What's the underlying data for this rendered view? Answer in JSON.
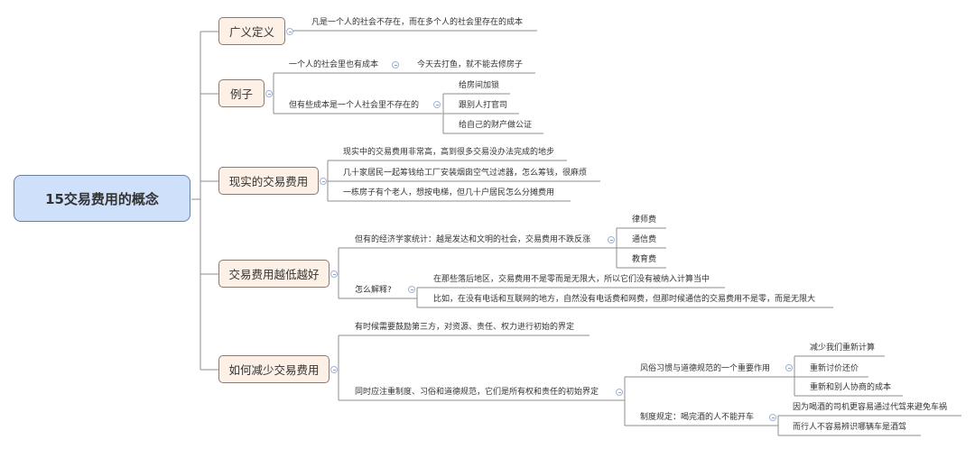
{
  "root": "15交易费用的概念",
  "branches": {
    "definition": {
      "label": "广义定义",
      "text": "凡是一个人的社会不存在，而在多个人的社会里存在的成本"
    },
    "examples": {
      "label": "例子",
      "item1": "一个人的社会里也有成本",
      "item1_child": "今天去打鱼，就不能去修房子",
      "item2": "但有些成本是一个人社会里不存在的",
      "item2_children": [
        "给房间加锁",
        "跟别人打官司",
        "给自己的财产做公证"
      ]
    },
    "reality": {
      "label": "现实的交易费用",
      "items": [
        "现实中的交易费用非常高，高到很多交易没办法完成的地步",
        "几十家居民一起筹钱给工厂安装烟囱空气过滤器，怎么筹钱，很麻烦",
        "一栋房子有个老人，想按电梯，但几十户居民怎么分摊费用"
      ]
    },
    "lower_better": {
      "label": "交易费用越低越好",
      "item1": "但有的经济学家统计：越是发达和文明的社会，交易费用不跌反涨",
      "item1_children": [
        "律师费",
        "通信费",
        "教育费"
      ],
      "item2": "怎么解释?",
      "item2_children": [
        "在那些落后地区，交易费用不是零而是无限大，所以它们没有被纳入计算当中",
        "比如，在没有电话和互联网的地方，自然没有电话费和网费，但那时候通信的交易费用不是零，而是无限大"
      ]
    },
    "reduce": {
      "label": "如何减少交易费用",
      "item1": "有时候需要鼓励第三方，对资源、责任、权力进行初始的界定",
      "item2": "同时应注重制度、习俗和道德规范，它们是所有权和责任的初始界定",
      "sub1": "风俗习惯与道德规范的一个重要作用",
      "sub1_children": [
        "减少我们重新计算",
        "重新讨价还价",
        "重新和别人协商的成本"
      ],
      "sub2": "制度规定：喝完酒的人不能开车",
      "sub2_children": [
        "因为喝酒的司机更容易通过代驾来避免车祸",
        "而行人不容易辨识哪辆车是酒驾"
      ]
    }
  }
}
